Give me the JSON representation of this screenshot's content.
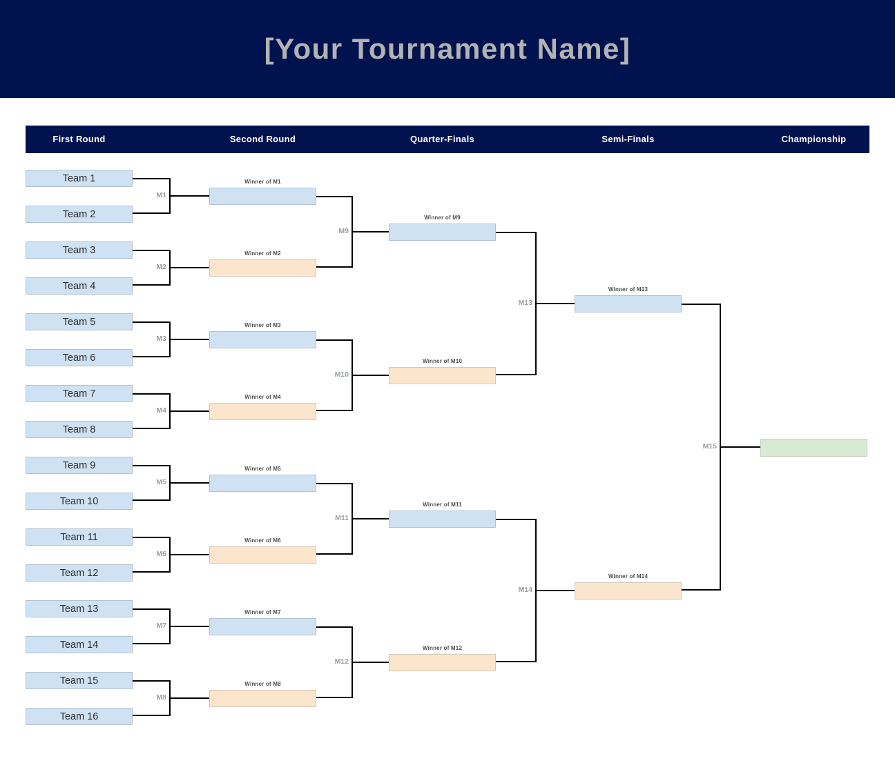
{
  "title": "[Your Tournament Name]",
  "rounds": [
    "First Round",
    "Second Round",
    "Quarter-Finals",
    "Semi-Finals",
    "Championship"
  ],
  "teams": [
    "Team 1",
    "Team 2",
    "Team 3",
    "Team 4",
    "Team 5",
    "Team 6",
    "Team 7",
    "Team 8",
    "Team 9",
    "Team 10",
    "Team 11",
    "Team 12",
    "Team 13",
    "Team 14",
    "Team 15",
    "Team 16"
  ],
  "match_ids": [
    "M1",
    "M2",
    "M3",
    "M4",
    "M5",
    "M6",
    "M7",
    "M8",
    "M9",
    "M10",
    "M11",
    "M12",
    "M13",
    "M14",
    "M15"
  ],
  "winner_labels": [
    "Winner of M1",
    "Winner of M2",
    "Winner of M3",
    "Winner of M4",
    "Winner of M5",
    "Winner of M6",
    "Winner of M7",
    "Winner of M8",
    "Winner of M9",
    "Winner of M10",
    "Winner of M11",
    "Winner of M12",
    "Winner of M13",
    "Winner of M14"
  ],
  "colors": {
    "banner_navy": "#01134e",
    "slot_blue": "#cfe2f3",
    "slot_peach": "#fce5cd",
    "champion_green": "#d9ead3",
    "connector": "#000000",
    "title_text": "#b3b3b3",
    "match_label": "#9aa0a6",
    "winner_label": "#4d4d4d"
  }
}
